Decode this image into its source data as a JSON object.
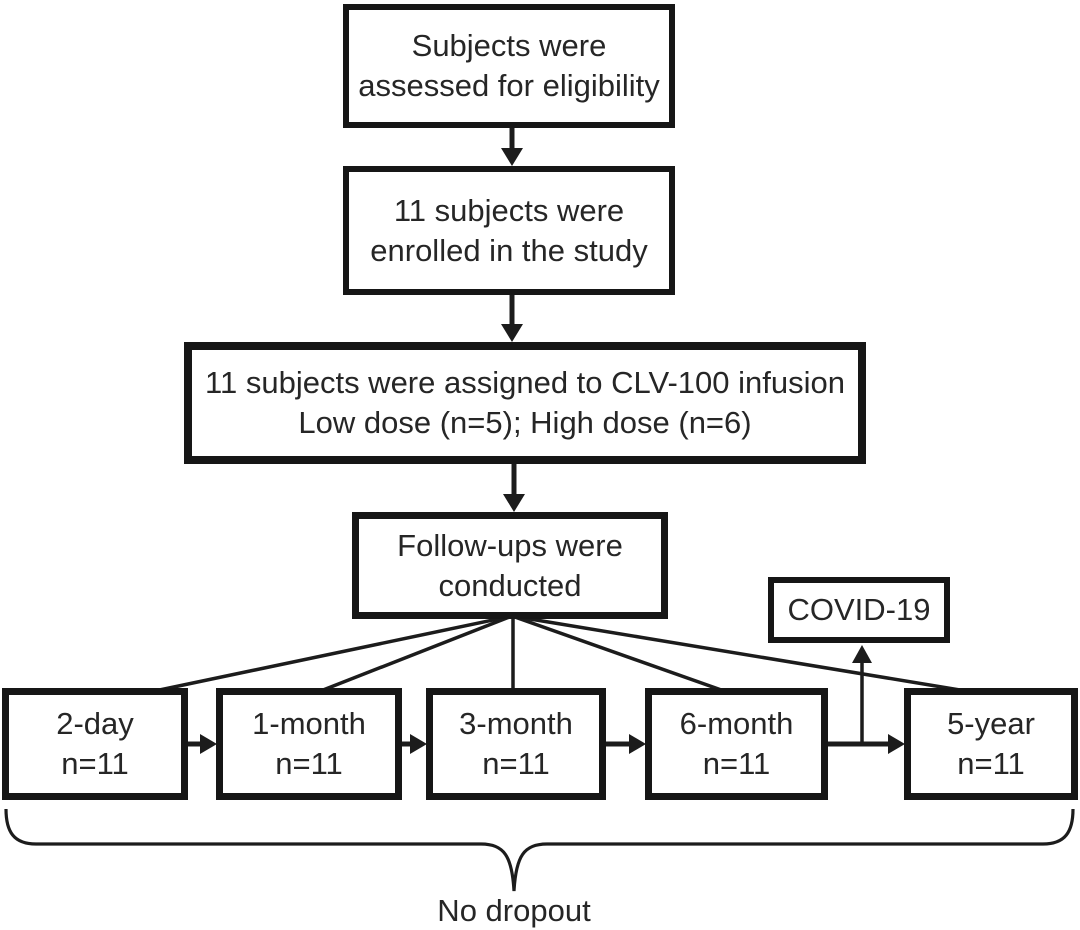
{
  "flowchart": {
    "nodes": {
      "eligibility": [
        "Subjects were",
        "assessed for eligibility"
      ],
      "enrolled": [
        "11 subjects were",
        "enrolled in the study"
      ],
      "assigned": [
        "11 subjects were assigned to CLV-100 infusion",
        "Low dose (n=5); High dose (n=6)"
      ],
      "followups": [
        "Follow-ups were",
        "conducted"
      ],
      "covid": [
        "COVID-19"
      ],
      "visit_2day": [
        "2-day",
        "n=11"
      ],
      "visit_1month": [
        "1-month",
        "n=11"
      ],
      "visit_3month": [
        "3-month",
        "n=11"
      ],
      "visit_6month": [
        "6-month",
        "n=11"
      ],
      "visit_5year": [
        "5-year",
        "n=11"
      ]
    },
    "brace_label": "No dropout",
    "colors": {
      "border": "#161616",
      "line": "#1c1c1c",
      "text": "#262626",
      "background": "#ffffff"
    }
  }
}
